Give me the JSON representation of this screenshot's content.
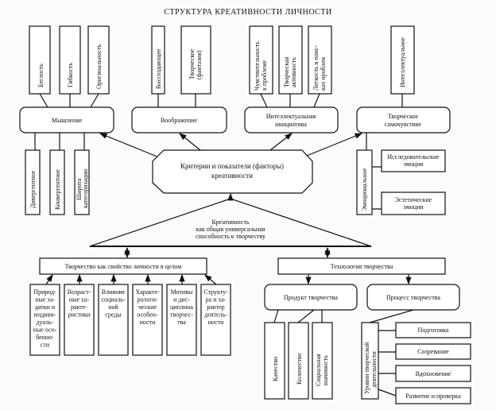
{
  "title": "СТРУКТУРА КРЕАТИВНОСТИ ЛИЧНОСТИ",
  "top": {
    "thinking": {
      "label": "Мышление",
      "items": [
        "Беглость",
        "Гибкость",
        "Оригинальность"
      ],
      "sub": [
        "Дивергентное",
        "Конвергентное",
        [
          "Широта",
          "категоризации"
        ]
      ]
    },
    "imagination": {
      "label": "Воображение",
      "items": [
        "Воссоздающее",
        [
          "Творческое",
          "(фантазия)"
        ]
      ]
    },
    "initiative": {
      "label": [
        "Интеллектуальная",
        "инициатива"
      ],
      "items": [
        [
          "Чувствительность",
          "к проблеме"
        ],
        [
          "Творческая",
          "активность"
        ],
        [
          "Легкость в поис-",
          "ках проблем"
        ]
      ]
    },
    "wellbeing": {
      "label": [
        "Творческое",
        "самочувствие"
      ],
      "items": [
        "Интеллектуальное"
      ],
      "emotional": "Эмоциональное",
      "emotions": [
        [
          "Исследовательские",
          "эмоции"
        ],
        [
          "Эстетические",
          "эмоции"
        ]
      ]
    }
  },
  "center": [
    "Критерии и показатели (факторы)",
    "креативности"
  ],
  "triangle": [
    "Креативность",
    "как общая универсальная",
    "способность к творчеству"
  ],
  "personality": {
    "label": "Творчество как свойство личности в целом",
    "items": [
      [
        "Природ-",
        "ные за-",
        "датки и",
        "индиви-",
        "дуаль-",
        "ные осо-",
        "бенно-",
        "сти"
      ],
      [
        "Возраст-",
        "ные ха-",
        "ракте-",
        "ристики"
      ],
      [
        "Влияние",
        "социаль-",
        "ной",
        "среды"
      ],
      [
        "Характе-",
        "рологи-",
        "ческие",
        "особен-",
        "ности"
      ],
      [
        "Мотивы",
        "и дис-",
        "циплина",
        "творчес-",
        "тва"
      ],
      [
        "Структу-",
        "ра и ха-",
        "рактер",
        "деятель-",
        "ности"
      ]
    ]
  },
  "technology": {
    "label": "Технология творчества",
    "product": {
      "label": "Продукт творчества",
      "items": [
        "Качество",
        "Количество",
        [
          "Социальная",
          "значимость"
        ]
      ]
    },
    "process": {
      "label": "Процесс творчества",
      "levels": [
        "Уровни творческой",
        "деятельности"
      ],
      "stages": [
        "Подготовка",
        "Созревание",
        "Вдохновение",
        "Развитие и проверка"
      ]
    }
  }
}
